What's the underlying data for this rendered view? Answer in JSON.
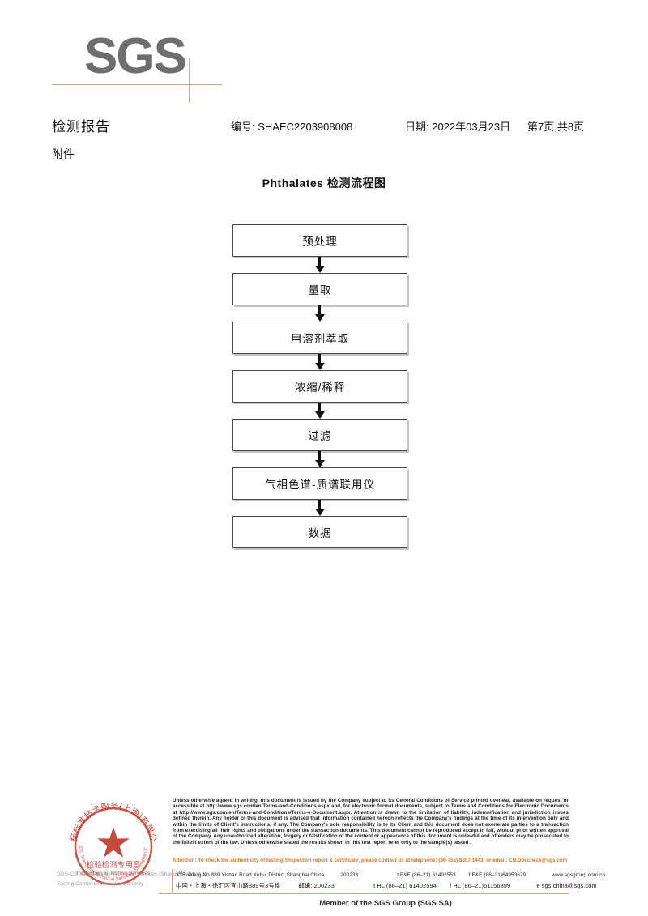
{
  "header": {
    "logo_text": "SGS",
    "doc_title": "检测报告",
    "doc_subtitle": "附件",
    "report_no": "编号: SHAEC2203908008",
    "date": "日期: 2022年03月23日",
    "page": "第7页,共8页"
  },
  "flowchart": {
    "title": "Phthalates 检测流程图",
    "nodes": [
      {
        "label": "预处理"
      },
      {
        "label": "量取"
      },
      {
        "label": "用溶剂萃取"
      },
      {
        "label": "浓缩/稀释"
      },
      {
        "label": "过滤"
      },
      {
        "label": "气相色谱-质谱联用仪"
      },
      {
        "label": "数据"
      }
    ]
  },
  "stamp": {
    "outer_text": "通标标准技术服务(上海)有限公司",
    "inner_cn": "检验检测专用章",
    "inner_en": "Inspection & Testing Services",
    "bottom_arc": "SGS-CSTC Standards Technical Services (Shanghai) Co., Ltd.",
    "color": "#c0392b"
  },
  "footer": {
    "faint_line_1": "SGS-CSTC Standards Technical Services (Shanghai) Co., Ltd.",
    "faint_line_2": "Testing Center-Chemical Laboratory",
    "legal_text": "Unless otherwise agreed in writing, this document is issued by the Company subject to its General Conditions of Service printed overleaf, available on request or accessible at http://www.sgs.com/en/Terms-and-Conditions.aspx and, for electronic format documents, subject to Terms and Conditions for Electronic Documents at http://www.sgs.com/en/Terms-and-Conditions/Terms-e-Document.aspx. Attention is drawn to the limitation of liability, indemnification and jurisdiction issues defined therein. Any holder of this document is advised that information contained hereon reflects the Company's findings at the time of its intervention only and within the limits of Client's instructions, if any. The Company's sole responsibility is to its Client and this document does not exonerate parties to a transaction from exercising all their rights and obligations under the transaction documents. This document cannot be reproduced except in full, without prior written approval of the Company. Any unauthorized alteration, forgery or falsification of the content or appearance of this document is unlawful and offenders may be prosecuted to the fullest extent of the law. Unless otherwise stated the results shown in this test report refer only to the sample(s) tested .",
    "attention_text": "Attention: To check the authenticity of testing /inspection report & certificate, please contact us at telephone: (86-755) 8307 1443, or email: CN.Doccheck@sgs.com",
    "address_en": "3rdBuilding,No.889 Yishan Road Xuhui District,Shanghai China",
    "address_en_sup": "rd",
    "address_en_pre": "3",
    "address_en_post": "Building,No.889 Yishan Road Xuhui District,Shanghai China",
    "zip_en": "200233",
    "tee_en": "t E&E (86–21) 61402553",
    "fee_en": "f E&E (86–21)64953679",
    "website": "www.sgsgroup.com.cn",
    "address_cn": "中国・上海・徐汇区宜山路889号3号楼",
    "zip_cn": "邮编: 200233",
    "thl_cn": "t HL (86–21) 61402594",
    "fhl_cn": "f HL (86–21)61156899",
    "email": "e  sgs.china@sgs.com",
    "member_line": "Member of the SGS Group (SGS SA)"
  }
}
